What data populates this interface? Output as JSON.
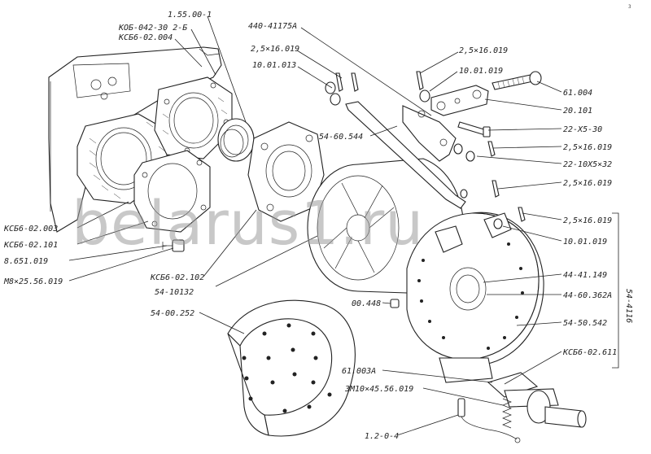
{
  "page_number": "3",
  "watermark": "belarus1.ru",
  "assembly_label": "54-4116",
  "labels": [
    {
      "id": "l1",
      "text": "1.55.00-1"
    },
    {
      "id": "l2",
      "text": "КОБ-042-30 2-Б"
    },
    {
      "id": "l3",
      "text": "КСБ6-02.004"
    },
    {
      "id": "l4",
      "text": "440-41175А"
    },
    {
      "id": "l5",
      "text": "2,5×16.019"
    },
    {
      "id": "l6",
      "text": "10.01.013"
    },
    {
      "id": "l7",
      "text": "54-60.544"
    },
    {
      "id": "l8",
      "text": "2,5×16.019"
    },
    {
      "id": "l9",
      "text": "10.01.019"
    },
    {
      "id": "l10",
      "text": "61.004"
    },
    {
      "id": "l11",
      "text": "20.101"
    },
    {
      "id": "l12",
      "text": "22-Х5-30"
    },
    {
      "id": "l13",
      "text": "2,5×16.019"
    },
    {
      "id": "l14",
      "text": "22-10Х5×32"
    },
    {
      "id": "l15",
      "text": "2,5×16.019"
    },
    {
      "id": "l16",
      "text": "2,5×16.019"
    },
    {
      "id": "l17",
      "text": "10.01.019"
    },
    {
      "id": "l18",
      "text": "44-41.149"
    },
    {
      "id": "l19",
      "text": "44-60.362А"
    },
    {
      "id": "l20",
      "text": "54-50.542"
    },
    {
      "id": "l21",
      "text": "КСБ6-02.611"
    },
    {
      "id": "l22",
      "text": "КСБ6-02.003"
    },
    {
      "id": "l23",
      "text": "КСБ6-02.101"
    },
    {
      "id": "l24",
      "text": "8.651.019"
    },
    {
      "id": "l25",
      "text": "М8×25.56.019"
    },
    {
      "id": "l26",
      "text": "КСБ6-02.102"
    },
    {
      "id": "l27",
      "text": "54-10132"
    },
    {
      "id": "l28",
      "text": "54-00.252"
    },
    {
      "id": "l29",
      "text": "00.448"
    },
    {
      "id": "l30",
      "text": "61.003А"
    },
    {
      "id": "l31",
      "text": "ЗМ10×45.56.019"
    },
    {
      "id": "l32",
      "text": "1.2-0-4"
    }
  ]
}
